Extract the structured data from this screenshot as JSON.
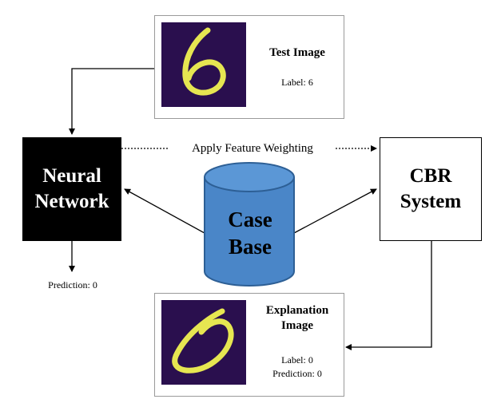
{
  "test_card": {
    "title": "Test Image",
    "label": "Label: 6"
  },
  "explanation_card": {
    "title_line1": "Explanation",
    "title_line2": "Image",
    "label": "Label: 0",
    "prediction": "Prediction: 0"
  },
  "neural_network": {
    "line1": "Neural",
    "line2": "Network"
  },
  "cbr_system": {
    "line1": "CBR",
    "line2": "System"
  },
  "case_base": {
    "line1": "Case",
    "line2": "Base"
  },
  "feature_weighting_label": "Apply Feature Weighting",
  "nn_prediction_label": "Prediction: 0",
  "colors": {
    "thumbnail_bg": "#2a0f4e",
    "digit_stroke": "#e6e651",
    "cylinder_fill": "#4a86c8",
    "cylinder_stroke": "#2d5f95"
  }
}
